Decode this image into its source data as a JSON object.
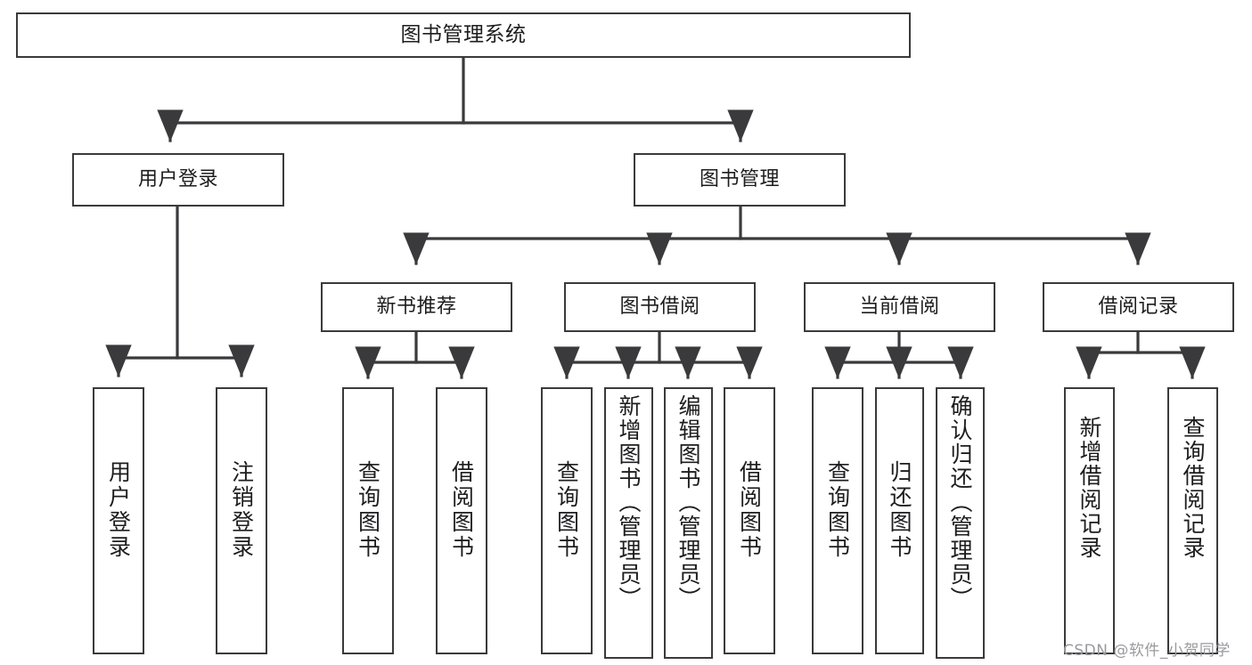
{
  "diagram": {
    "title": "图书管理系统",
    "background_color": "#ffffff",
    "line_color": "#3a3a3c",
    "text_color": "#1d1d1f"
  },
  "nodes": {
    "root": {
      "label": "图书管理系统"
    },
    "level1": [
      {
        "label": "用户登录"
      },
      {
        "label": "图书管理"
      }
    ],
    "level2": [
      {
        "label": "新书推荐"
      },
      {
        "label": "图书借阅"
      },
      {
        "label": "当前借阅"
      },
      {
        "label": "借阅记录"
      }
    ],
    "leaves_user_login": [
      {
        "label": "用户登录"
      },
      {
        "label": "注销登录"
      }
    ],
    "leaves_new_book": [
      {
        "label": "查询图书"
      },
      {
        "label": "借阅图书"
      }
    ],
    "leaves_borrow": [
      {
        "label": "查询图书"
      },
      {
        "label": "新增图书（管理员）"
      },
      {
        "label": "编辑图书（管理员）"
      },
      {
        "label": "借阅图书"
      }
    ],
    "leaves_current": [
      {
        "label": "查询图书"
      },
      {
        "label": "归还图书"
      },
      {
        "label": "确认归还（管理员）"
      }
    ],
    "leaves_records": [
      {
        "label": "新增借阅记录"
      },
      {
        "label": "查询借阅记录"
      }
    ]
  },
  "watermark": {
    "text": "CSDN @软件_小贺同学"
  }
}
